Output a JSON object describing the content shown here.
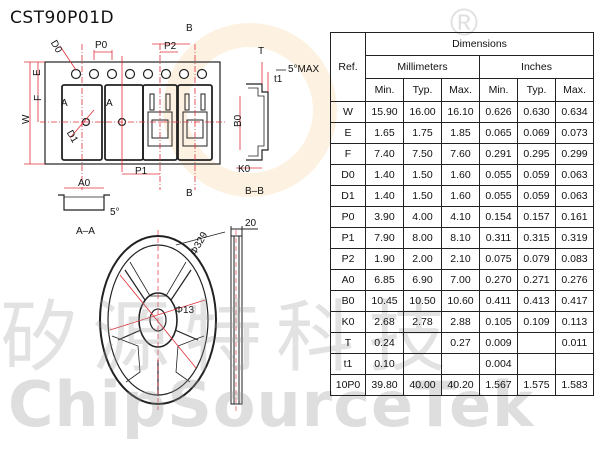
{
  "title": "CST90P01D",
  "watermark": {
    "chinese": "矽源特科技",
    "english": "ChipSourceTek",
    "registered": "®"
  },
  "colors": {
    "dimension_line": "#e0303a",
    "outline": "#222222",
    "table_border": "#222222",
    "watermark_orange": "#f5c27a"
  },
  "drawing": {
    "top_labels": {
      "d0": "D0",
      "p0": "P0",
      "p2": "P2",
      "b": "B",
      "t": "T",
      "angle_max": "5°MAX",
      "t1": "t1"
    },
    "side_labels": {
      "e": "E",
      "f": "F",
      "w": "W",
      "a": "A",
      "d1": "D1",
      "b0": "B0",
      "k0": "K0",
      "p1": "P1",
      "b_lower": "B"
    },
    "section_labels": {
      "bb": "B–B",
      "a0": "A0",
      "angle": "5°",
      "aa": "A–A"
    },
    "reel_labels": {
      "phi329": "Φ329",
      "phi13": "Φ13",
      "width20": "20"
    }
  },
  "table": {
    "header_ref": "Ref.",
    "header_dimensions": "Dimensions",
    "header_mm": "Millimeters",
    "header_inches": "Inches",
    "subheaders": [
      "Min.",
      "Typ.",
      "Max.",
      "Min.",
      "Typ.",
      "Max."
    ],
    "rows": [
      {
        "ref": "W",
        "cells": [
          "15.90",
          "16.00",
          "16.10",
          "0.626",
          "0.630",
          "0.634"
        ]
      },
      {
        "ref": "E",
        "cells": [
          "1.65",
          "1.75",
          "1.85",
          "0.065",
          "0.069",
          "0.073"
        ]
      },
      {
        "ref": "F",
        "cells": [
          "7.40",
          "7.50",
          "7.60",
          "0.291",
          "0.295",
          "0.299"
        ]
      },
      {
        "ref": "D0",
        "cells": [
          "1.40",
          "1.50",
          "1.60",
          "0.055",
          "0.059",
          "0.063"
        ]
      },
      {
        "ref": "D1",
        "cells": [
          "1.40",
          "1.50",
          "1.60",
          "0.055",
          "0.059",
          "0.063"
        ]
      },
      {
        "ref": "P0",
        "cells": [
          "3.90",
          "4.00",
          "4.10",
          "0.154",
          "0.157",
          "0.161"
        ]
      },
      {
        "ref": "P1",
        "cells": [
          "7.90",
          "8.00",
          "8.10",
          "0.311",
          "0.315",
          "0.319"
        ]
      },
      {
        "ref": "P2",
        "cells": [
          "1.90",
          "2.00",
          "2.10",
          "0.075",
          "0.079",
          "0.083"
        ]
      },
      {
        "ref": "A0",
        "cells": [
          "6.85",
          "6.90",
          "7.00",
          "0.270",
          "0.271",
          "0.276"
        ]
      },
      {
        "ref": "B0",
        "cells": [
          "10.45",
          "10.50",
          "10.60",
          "0.411",
          "0.413",
          "0.417"
        ]
      },
      {
        "ref": "K0",
        "cells": [
          "2.68",
          "2.78",
          "2.88",
          "0.105",
          "0.109",
          "0.113"
        ]
      },
      {
        "ref": "T",
        "cells": [
          "0.24",
          "",
          "0.27",
          "0.009",
          "",
          "0.011"
        ]
      },
      {
        "ref": "t1",
        "cells": [
          "0.10",
          "",
          "",
          "0.004",
          "",
          ""
        ]
      },
      {
        "ref": "10P0",
        "cells": [
          "39.80",
          "40.00",
          "40.20",
          "1.567",
          "1.575",
          "1.583"
        ]
      }
    ]
  }
}
